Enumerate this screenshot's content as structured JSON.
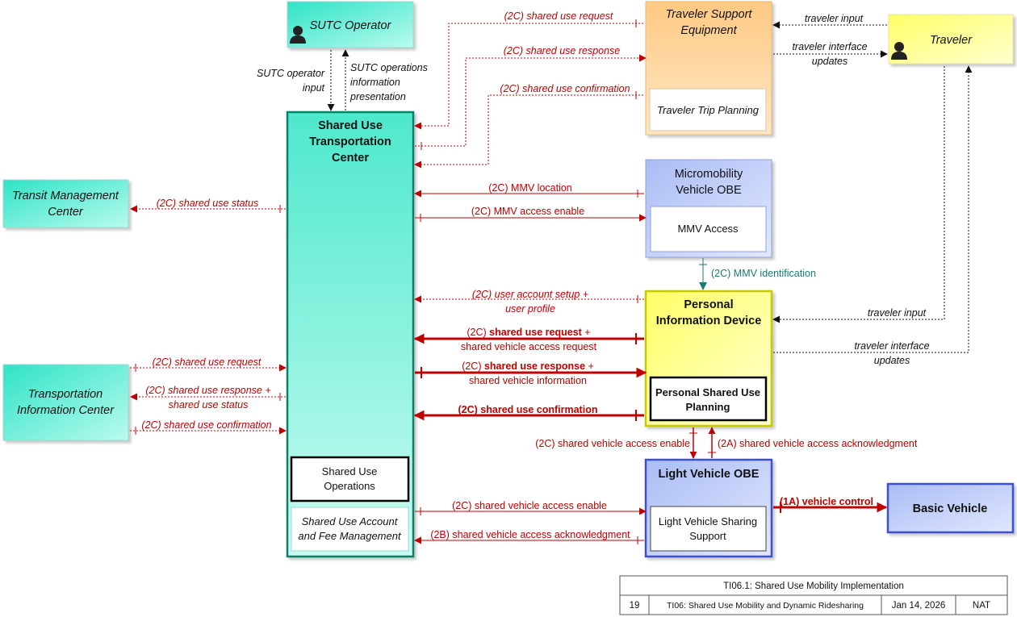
{
  "entities": {
    "sutc_operator": "SUTC Operator",
    "traveler_support_equipment": [
      "Traveler Support",
      "Equipment"
    ],
    "traveler_trip_planning": "Traveler Trip Planning",
    "traveler": "Traveler",
    "shared_use_transportation_center": [
      "Shared Use",
      "Transportation",
      "Center"
    ],
    "shared_use_operations": [
      "Shared Use",
      "Operations"
    ],
    "shared_use_account": [
      "Shared Use Account",
      "and Fee Management"
    ],
    "transit_management_center": [
      "Transit Management",
      "Center"
    ],
    "micromobility_vehicle_obe": [
      "Micromobility",
      "Vehicle OBE"
    ],
    "mmv_access": "MMV Access",
    "personal_information_device": [
      "Personal",
      "Information Device"
    ],
    "personal_shared_use_planning": [
      "Personal Shared Use",
      "Planning"
    ],
    "transportation_information_center": [
      "Transportation",
      "Information Center"
    ],
    "light_vehicle_obe": "Light Vehicle OBE",
    "light_vehicle_sharing_support": [
      "Light Vehicle Sharing",
      "Support"
    ],
    "basic_vehicle": "Basic Vehicle"
  },
  "flows": {
    "sutc_operator_input": [
      "SUTC operator",
      "input"
    ],
    "sutc_operations_info": [
      "SUTC operations",
      "information",
      "presentation"
    ],
    "tse_shared_use_request": "(2C) shared use request",
    "tse_shared_use_response": "(2C) shared use response",
    "tse_shared_use_confirmation": "(2C) shared use confirmation",
    "traveler_input_top": "traveler input",
    "traveler_interface_updates_top": [
      "traveler interface",
      "updates"
    ],
    "tmc_shared_use_status": "(2C) shared use status",
    "mmv_location": "(2C) MMV location",
    "mmv_access_enable": "(2C) MMV access enable",
    "mmv_identification": "(2C) MMV identification",
    "user_account_setup": [
      "(2C) user account setup +",
      "user profile"
    ],
    "traveler_input_pid": "traveler input",
    "traveler_interface_updates_pid": [
      "traveler interface",
      "updates"
    ],
    "pid_shared_use_request_prefix": "(2C) ",
    "pid_shared_use_request_bold": "shared use request",
    "pid_shared_use_request_suffix": " +",
    "pid_shared_use_request_line2": "shared vehicle access request",
    "pid_shared_use_response_prefix": "(2C) ",
    "pid_shared_use_response_bold": "shared use response",
    "pid_shared_use_response_suffix": " +",
    "pid_shared_use_response_line2": "shared vehicle information",
    "pid_shared_use_confirmation": "(2C) shared use confirmation",
    "tic_shared_use_request": "(2C) shared use request",
    "tic_shared_use_response": [
      "(2C) shared use response +",
      "shared use status"
    ],
    "tic_shared_use_confirmation": "(2C) shared use confirmation",
    "pid_lv_access_enable": "(2C) shared vehicle access enable",
    "lv_pid_access_ack": "(2A) shared vehicle access acknowledgment",
    "sutc_lv_access_enable": "(2C) shared vehicle access enable",
    "lv_sutc_access_ack": "(2B) shared vehicle access acknowledgment",
    "vehicle_control": "(1A) vehicle control"
  },
  "title_block": {
    "title": "TI06.1: Shared Use Mobility Implementation",
    "page": "19",
    "subtitle": "TI06: Shared Use Mobility and Dynamic Ridesharing",
    "date": "Jan 14, 2026",
    "status": "NAT"
  },
  "colors": {
    "center_fill": "#4ee8cc",
    "person_fill": "#ffff70",
    "vehicle_fill": "#b7c7f5",
    "field_fill": "#ffc983",
    "flow_red": "#c00000",
    "flow_teal": "#1a7a72"
  }
}
